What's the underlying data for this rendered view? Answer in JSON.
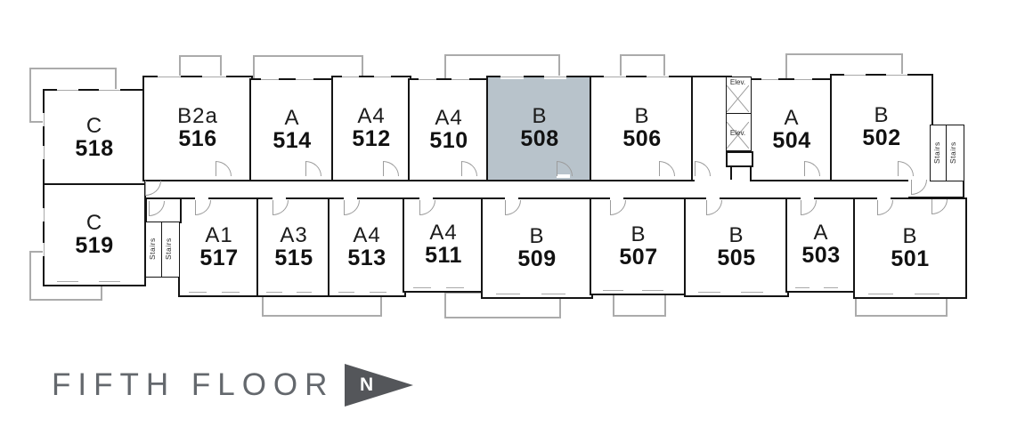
{
  "floor_plan": {
    "units": [
      {
        "type": "C",
        "number": "518",
        "highlighted": false
      },
      {
        "type": "B2a",
        "number": "516",
        "highlighted": false
      },
      {
        "type": "A",
        "number": "514",
        "highlighted": false
      },
      {
        "type": "A4",
        "number": "512",
        "highlighted": false
      },
      {
        "type": "A4",
        "number": "510",
        "highlighted": false
      },
      {
        "type": "B",
        "number": "508",
        "highlighted": true
      },
      {
        "type": "B",
        "number": "506",
        "highlighted": false
      },
      {
        "type": "A",
        "number": "504",
        "highlighted": false
      },
      {
        "type": "B",
        "number": "502",
        "highlighted": false
      },
      {
        "type": "C",
        "number": "519",
        "highlighted": false
      },
      {
        "type": "A1",
        "number": "517",
        "highlighted": false
      },
      {
        "type": "A3",
        "number": "515",
        "highlighted": false
      },
      {
        "type": "A4",
        "number": "513",
        "highlighted": false
      },
      {
        "type": "A4",
        "number": "511",
        "highlighted": false
      },
      {
        "type": "B",
        "number": "509",
        "highlighted": false
      },
      {
        "type": "B",
        "number": "507",
        "highlighted": false
      },
      {
        "type": "B",
        "number": "505",
        "highlighted": false
      },
      {
        "type": "A",
        "number": "503",
        "highlighted": false
      },
      {
        "type": "B",
        "number": "501",
        "highlighted": false
      }
    ],
    "stairs_label": "Stairs",
    "elevator_label": "Elev.",
    "highlight_color": "#b8c3cb",
    "wall_color": "#141414"
  },
  "footer": {
    "title": "FIFTH FLOOR",
    "compass_letter": "N"
  }
}
